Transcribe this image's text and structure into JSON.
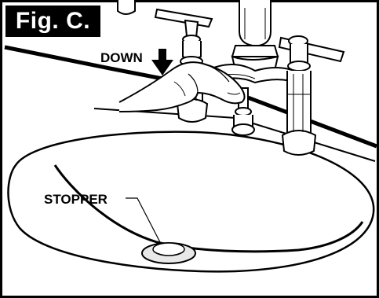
{
  "figure": {
    "label": "Fig. C.",
    "callouts": {
      "down": "DOWN",
      "stopper": "STOPPER"
    },
    "colors": {
      "ink": "#000000",
      "paper": "#ffffff",
      "metal_shade": "#d9d9d9"
    }
  }
}
